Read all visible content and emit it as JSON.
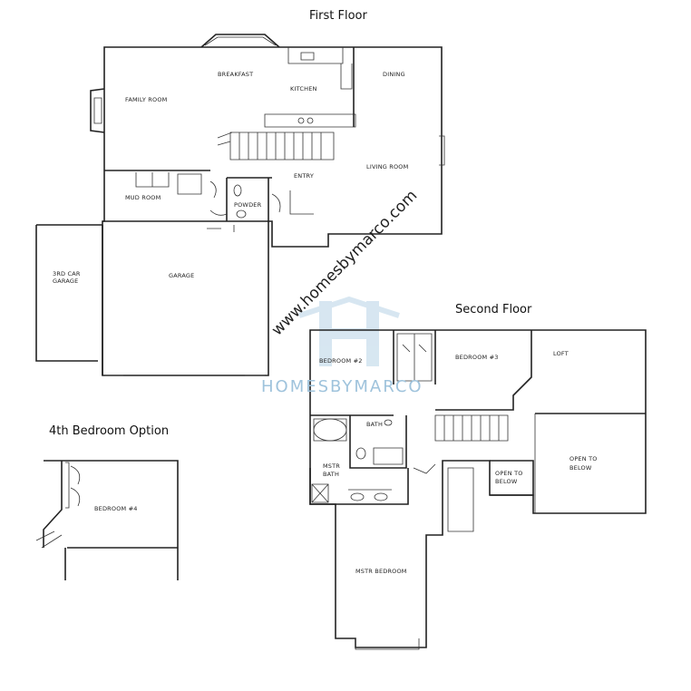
{
  "titles": {
    "first_floor": "First Floor",
    "second_floor": "Second Floor",
    "bedroom_option": "4th Bedroom Option"
  },
  "watermark": {
    "url": "www.homesbymarco.com",
    "brand": "HOMESBYMARCO"
  },
  "rooms": {
    "breakfast": "BREAKFAST",
    "kitchen": "KITCHEN",
    "dining": "DINING",
    "family_room": "FAMILY ROOM",
    "living_room": "LIVING ROOM",
    "entry": "ENTRY",
    "mud_room": "MUD ROOM",
    "powder": "POWDER",
    "garage": "GARAGE",
    "third_car_garage": "3RD CAR",
    "third_car_garage_2": "GARAGE",
    "bedroom2": "BEDROOM #2",
    "bedroom3": "BEDROOM #3",
    "loft": "LOFT",
    "open_to_below_1": "OPEN TO",
    "open_to_below_1b": "BELOW",
    "open_to_below_2": "OPEN TO",
    "open_to_below_2b": "BELOW",
    "bath": "BATH",
    "mstr_bath_1": "MSTR",
    "mstr_bath_2": "BATH",
    "mstr_bedroom": "MSTR BEDROOM",
    "bedroom4": "BEDROOM #4"
  },
  "colors": {
    "line": "#222222",
    "watermark_blue": "#9fc3dc"
  }
}
